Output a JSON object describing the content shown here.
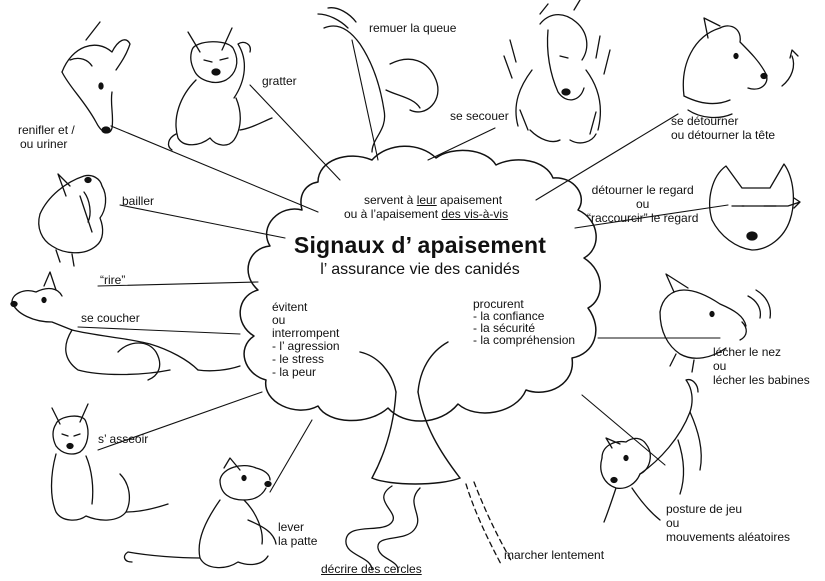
{
  "title": "Signaux d’ apaisement",
  "subtitle": "l’ assurance vie des canidés",
  "cloud_top": {
    "line1_pre": "servent à ",
    "line1_u": "leur",
    "line1_post": " apaisement",
    "line2_pre": "ou à l’apaisement ",
    "line2_u": "des vis-à-vis"
  },
  "left_branch": [
    "évitent",
    "ou",
    "interrompent",
    "- l’ agression",
    "- le stress",
    "- la peur"
  ],
  "right_branch": [
    "procurent",
    "- la confiance",
    "- la sécurité",
    "- la compréhension"
  ],
  "signals": {
    "gratter": "gratter",
    "remuer": "remuer la queue",
    "secouer": "se secouer",
    "detourner_tete": [
      "se détourner",
      "ou détourner la tête"
    ],
    "renifler": [
      "renifler et /",
      "ou uriner"
    ],
    "bailler": "bailler",
    "detourner_regard": [
      "détourner le regard",
      "ou",
      "“raccourcir” le regard"
    ],
    "rire": "“rire”",
    "coucher": "se coucher",
    "lecher": [
      "lécher le nez",
      "ou",
      "lécher les babines"
    ],
    "asseoir": "s’ asseoir",
    "jeu": [
      "posture de jeu",
      "ou",
      "mouvements aléatoires"
    ],
    "patte": [
      "lever",
      "la patte"
    ],
    "cercles": "décrire des cercles",
    "marcher": "marcher lentement"
  },
  "colors": {
    "ink": "#111111",
    "background": "#ffffff"
  },
  "icons": [
    "dog-sniffing-icon",
    "dog-scratching-icon",
    "dog-tail-icon",
    "dog-shaking-icon",
    "dog-head-turn-icon",
    "dog-yawning-icon",
    "dog-eyes-icon",
    "dog-lying-icon",
    "dog-licking-icon",
    "dog-sitting-icon",
    "dog-play-bow-icon",
    "dog-paw-lift-icon",
    "tree-trunk-icon",
    "path-icon"
  ]
}
